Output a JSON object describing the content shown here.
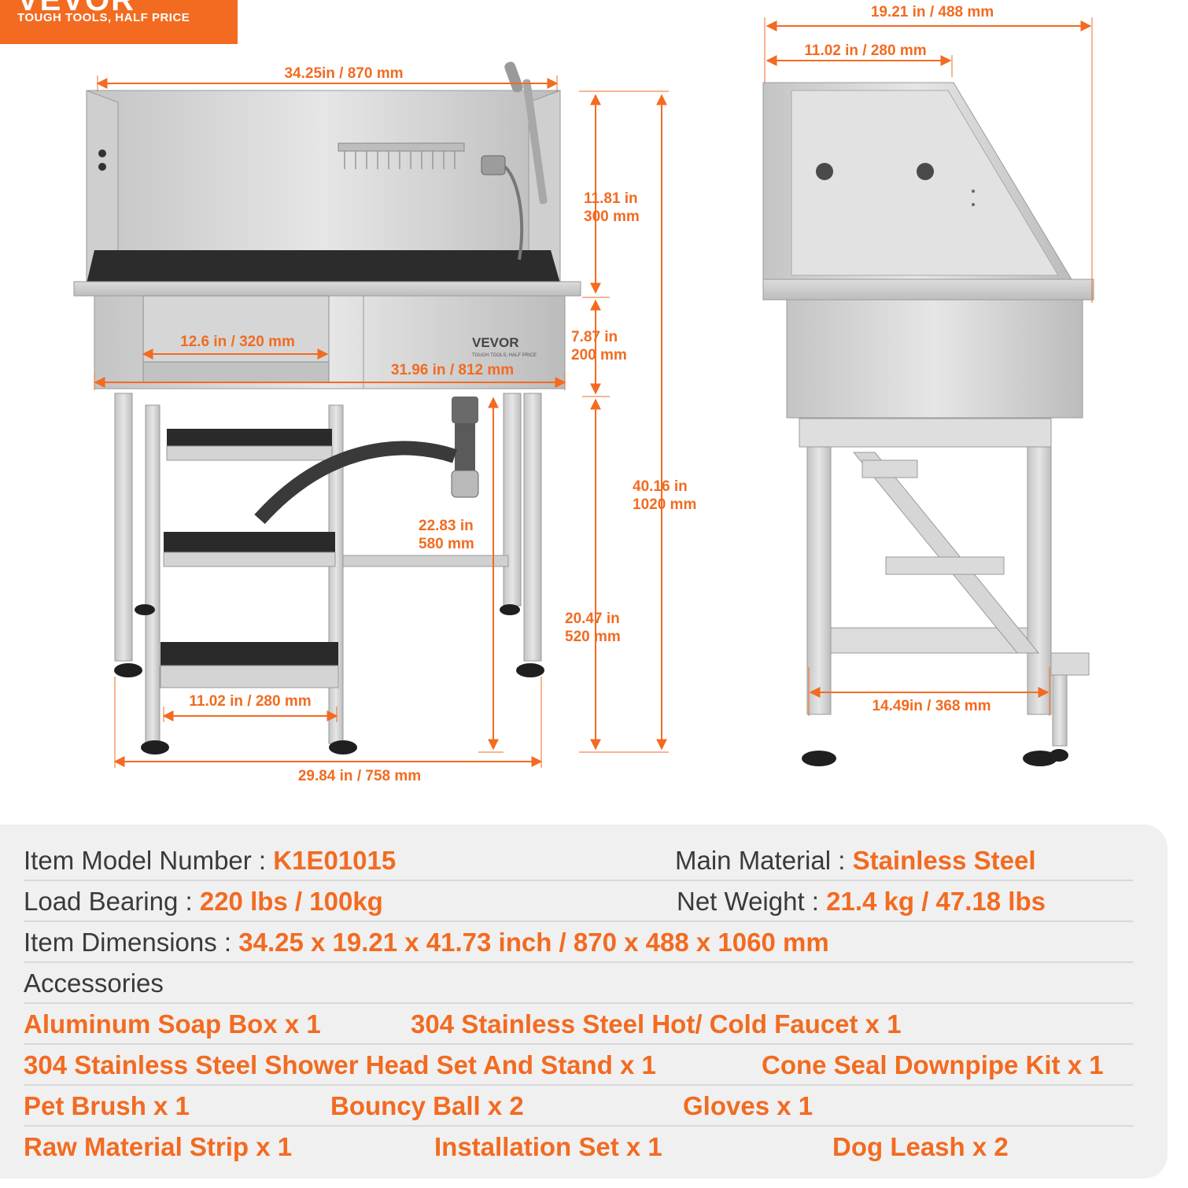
{
  "brand": {
    "logo": "VEVOR",
    "tagline": "TOUGH TOOLS, HALF PRICE",
    "color": "#f26b21"
  },
  "product_label": {
    "logo": "VEVOR",
    "tagline": "TOUGH TOOLS, HALF PRICE"
  },
  "dimensions": {
    "top_width": "34.25in / 870 mm",
    "depth_overall": "19.21 in / 488 mm",
    "side_top_width": "11.02 in / 280 mm",
    "backsplash_h_in": "11.81 in",
    "backsplash_h_mm": "300 mm",
    "tub_h_in": "7.87 in",
    "tub_h_mm": "200 mm",
    "total_h_in": "40.16 in",
    "total_h_mm": "1020 mm",
    "leg_h_in": "20.47 in",
    "leg_h_mm": "520 mm",
    "step_h_in": "22.83 in",
    "step_h_mm": "580 mm",
    "door_width": "12.6 in / 320 mm",
    "tub_width": "31.96 in / 812 mm",
    "stair_width": "11.02 in / 280 mm",
    "base_width": "29.84 in / 758 mm",
    "side_base_width": "14.49in / 368 mm"
  },
  "specs": {
    "model_label": "Item Model Number :",
    "model_value": "K1E01015",
    "material_label": "Main Material :",
    "material_value": "Stainless Steel",
    "load_label": "Load Bearing :",
    "load_value": "220 lbs / 100kg",
    "weight_label": "Net Weight :",
    "weight_value": "21.4 kg / 47.18 lbs",
    "dims_label": "Item Dimensions :",
    "dims_value": "34.25 x 19.21 x 41.73 inch / 870 x 488 x 1060 mm",
    "accessories_label": "Accessories",
    "accessories": [
      "Aluminum Soap Box x 1",
      "304 Stainless Steel Hot/ Cold Faucet x 1",
      "304 Stainless Steel Shower Head Set And Stand  x 1",
      "Cone Seal Downpipe Kit x 1",
      "Pet Brush x 1",
      "Bouncy Ball x 2",
      "Gloves x 1",
      "Raw Material Strip x 1",
      "Installation Set x 1",
      "Dog Leash x 2"
    ]
  }
}
